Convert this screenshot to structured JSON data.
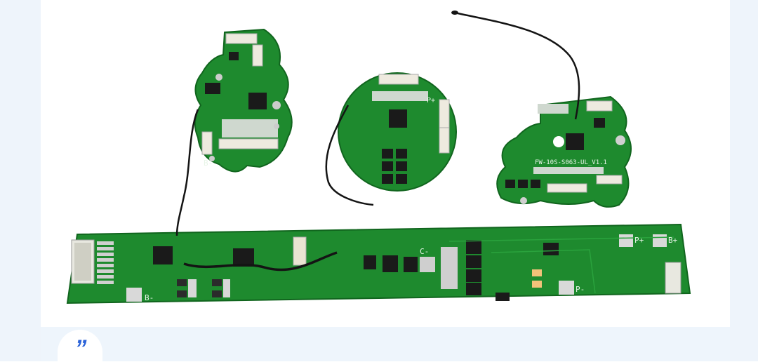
{
  "photo": {
    "board_labels": {
      "long_board_b_minus": "B-",
      "long_board_p_plus": "P+",
      "long_board_b_plus": "B+",
      "long_board_c_minus": "C-",
      "long_board_p_minus": "P-",
      "left_board_b_minus": "B-",
      "round_board_p_plus": "P+",
      "right_board_model": "FW-10S-S063-UL_V1.1"
    }
  },
  "footer": {
    "quote_icon": "quote-icon",
    "quote_glyph": "”"
  },
  "colors": {
    "pcb_green": "#1e8a2e",
    "pcb_dark_green": "#167324",
    "background_side": "#eef4fb",
    "quote_blue": "#2b63d9"
  }
}
